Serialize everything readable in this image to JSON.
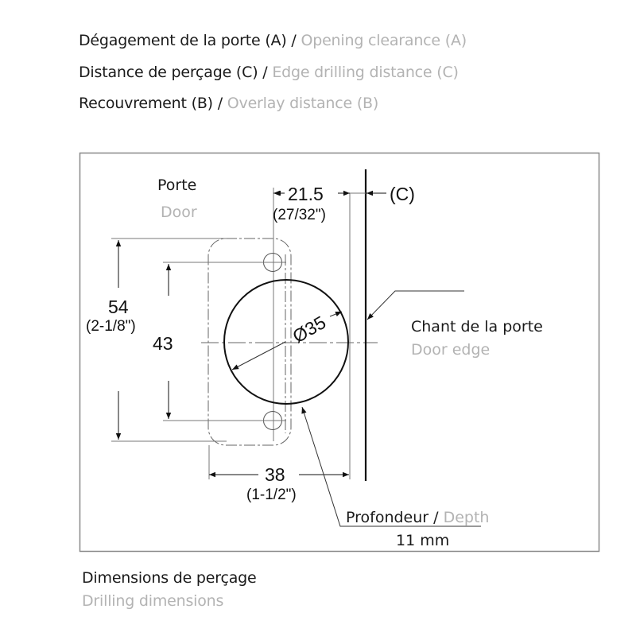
{
  "legend": {
    "items": [
      {
        "fr": "Dégagement de la porte (A)",
        "sep": " / ",
        "en": "Opening clearance (A)"
      },
      {
        "fr": "Distance de perçage (C)",
        "sep": " / ",
        "en": "Edge drilling distance (C)"
      },
      {
        "fr": "Recouvrement (B)",
        "sep": " / ",
        "en": "Overlay distance (B)"
      }
    ]
  },
  "diagram": {
    "door_label": {
      "fr": "Porte",
      "en": "Door"
    },
    "door_edge_label": {
      "fr": "Chant de la porte",
      "en": "Door edge"
    },
    "depth_label": {
      "fr": "Profondeur",
      "sep": " / ",
      "en": "Depth",
      "value": "11 mm"
    },
    "dimensions": {
      "edge_distance": {
        "value": "21.5",
        "imperial": "(27/32\")"
      },
      "c_marker": "(C)",
      "outer_height": {
        "value": "54",
        "imperial": "(2-1/8\")"
      },
      "hole_spacing": {
        "value": "43"
      },
      "diameter": {
        "value": "Ø35"
      },
      "plate_width": {
        "value": "38",
        "imperial": "(1-1/2\")"
      }
    },
    "colors": {
      "line": "#111111",
      "thin": "#555555",
      "frame": "#888888",
      "english_text": "#b3b3b3"
    }
  },
  "caption": {
    "fr": "Dimensions de perçage",
    "en": "Drilling dimensions"
  }
}
